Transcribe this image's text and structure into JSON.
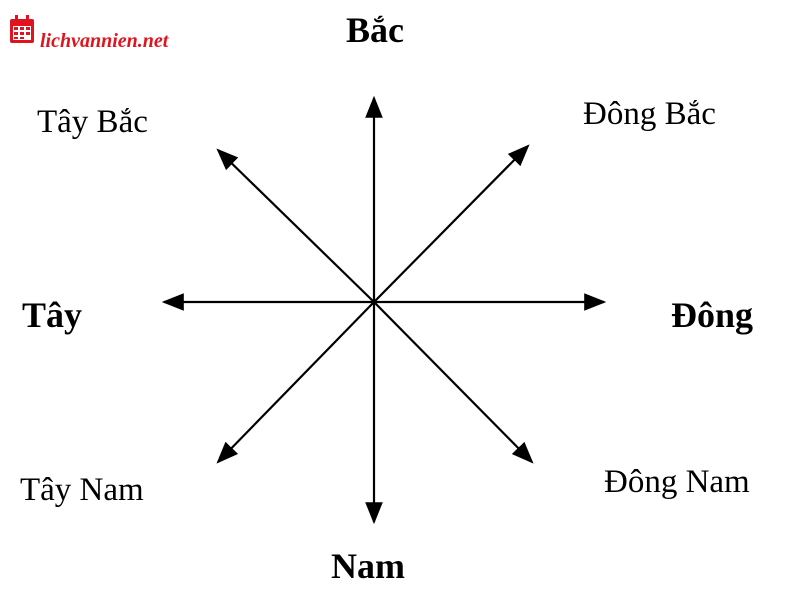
{
  "logo": {
    "text": "lichvannien.net",
    "icon": "calendar-icon",
    "color": "#e0141e"
  },
  "compass": {
    "line_color": "#000000",
    "directions": {
      "north": "Bắc",
      "south": "Nam",
      "east": "Đông",
      "west": "Tây",
      "northeast": "Đông Bắc",
      "northwest": "Tây Bắc",
      "southeast": "Đông Nam",
      "southwest": "Tây Nam"
    }
  }
}
